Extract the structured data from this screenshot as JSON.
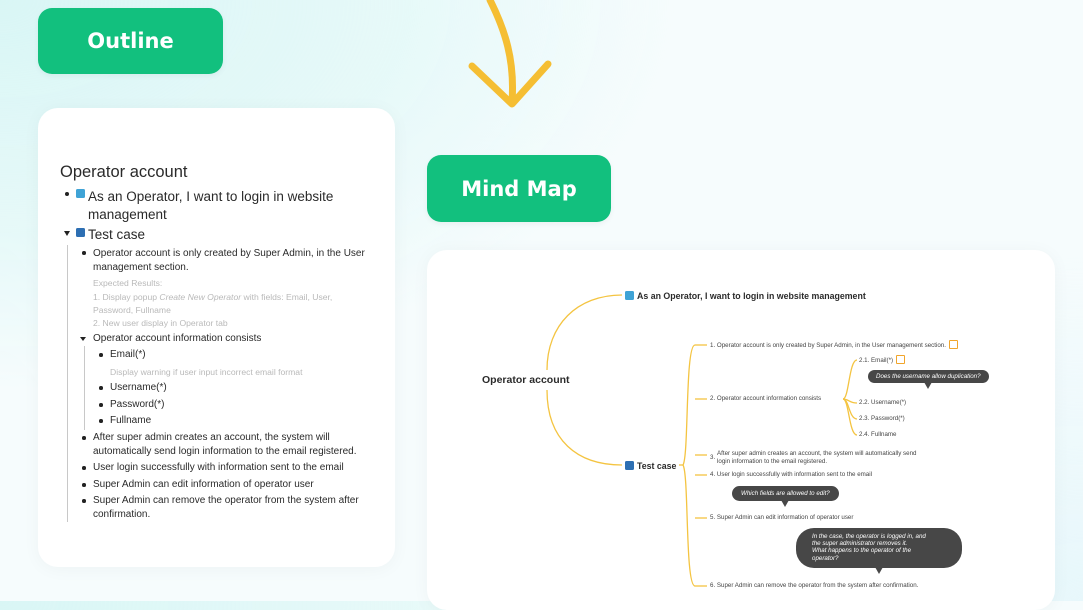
{
  "labels": {
    "outline": "Outline",
    "mind_map": "Mind Map"
  },
  "colors": {
    "accent_green": "#12c07e",
    "arrow_yellow": "#f5be33",
    "branch_yellow": "#f4c441",
    "note_bg": "#474747",
    "info_blue": "#3fa3d6"
  },
  "outline": {
    "title": "Operator account",
    "story": "As an Operator, I want to login in website management",
    "test_case": "Test case",
    "item1": "Operator account is only created by Super Admin, in the User management section.",
    "expected_label": "Expected Results:",
    "expected1_pre": "1. Display popup ",
    "expected1_em": "Create New Operator",
    "expected1_post": " with fields: Email, User, Password, Fullname",
    "expected2": "2. New user display in Operator tab",
    "item2": "Operator account information consists",
    "email": "Email(*)",
    "email_note": "Display warning if user input incorrect email format",
    "username": "Username(*)",
    "password": "Password(*)",
    "fullname": "Fullname",
    "item3": "After super admin creates an account, the system will automatically send login information to the email registered.",
    "item4": "User login successfully with information sent to the email",
    "item5": "Super Admin can edit information of operator user",
    "item6": "Super Admin can remove the operator from the system after confirmation."
  },
  "mindmap": {
    "root": "Operator account",
    "story": "As an Operator, I want to login in website management",
    "test_case": "Test case",
    "n1": "1. Operator account is only created by Super Admin, in the User management section.",
    "n2": "2. Operator account information consists",
    "n21": "2.1. Email(*)",
    "n22": "2.2. Username(*)",
    "n23": "2.3. Password(*)",
    "n24": "2.4. Fullname",
    "n3_num": "3.",
    "n3_line1": "After super admin creates an account, the system will automatically send",
    "n3_line2": "login information to the email registered.",
    "n4": "4. User login successfully with information sent to the email",
    "n5": "5. Super Admin can edit information of operator user",
    "n6": "6. Super Admin can remove the operator from the system after confirmation.",
    "note_dup": "Does the username allow duplication?",
    "note_edit": "Which fields are allowed to edit?",
    "note_removed_1": "In the case, the operator is logged in, and",
    "note_removed_2": "the super administrator removes it.",
    "note_removed_3": "What happens to the operator of the",
    "note_removed_4": "operator?"
  }
}
